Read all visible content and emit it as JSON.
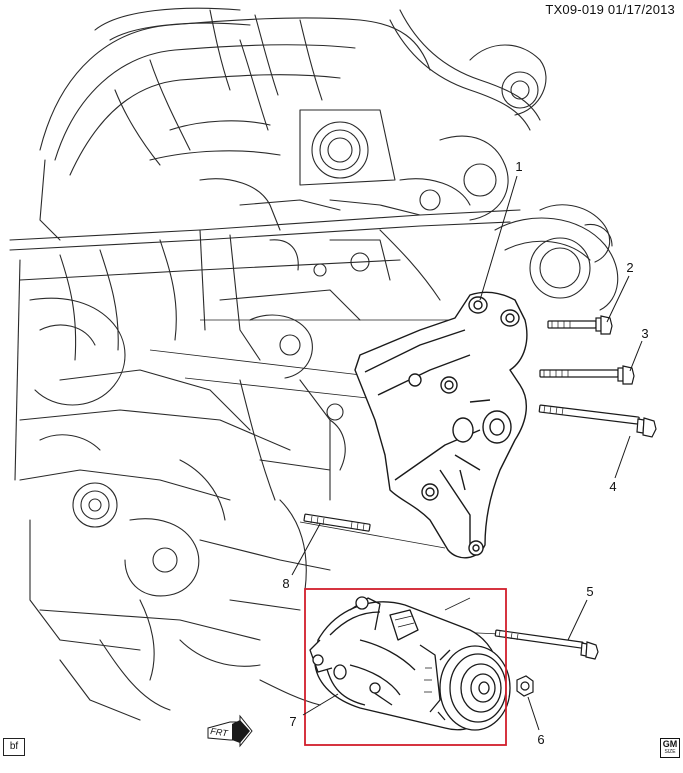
{
  "header": {
    "doc_id": "TX09-019 01/17/2013"
  },
  "footer": {
    "author_tag": "bf",
    "brand_badge": [
      "GM",
      "SIZE"
    ]
  },
  "direction_label": "FRT",
  "callouts": [
    "1",
    "2",
    "3",
    "4",
    "5",
    "6",
    "7",
    "8"
  ],
  "colors": {
    "line": "#1a1a1a",
    "highlight_box": "#d21e2b",
    "background": "#ffffff"
  }
}
